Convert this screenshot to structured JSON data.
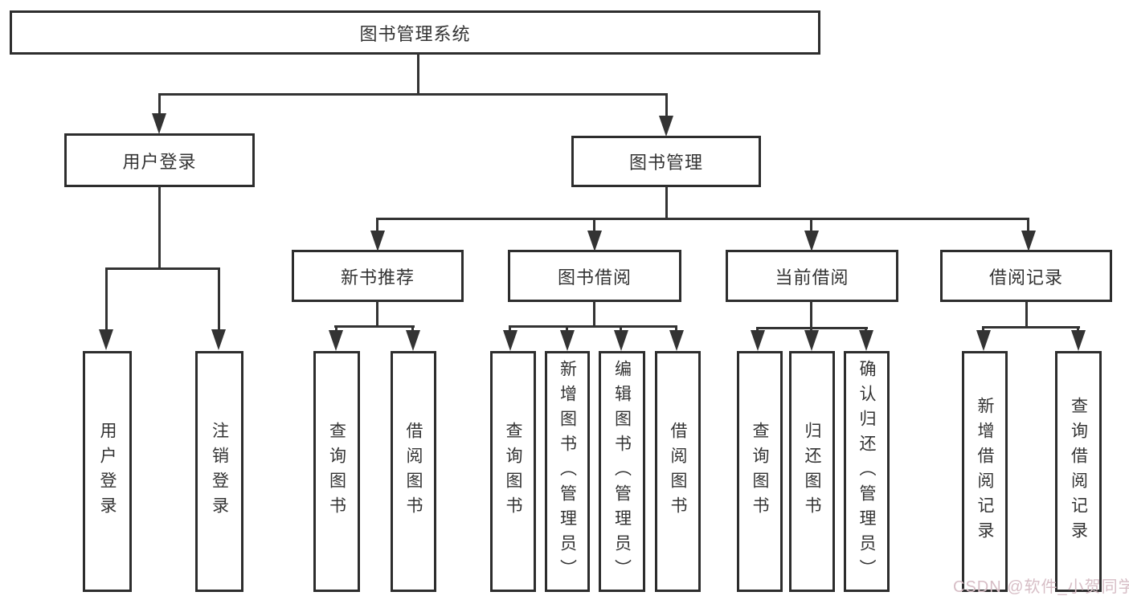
{
  "tree": {
    "label": "图书管理系统",
    "children": [
      {
        "label": "用户登录",
        "children": [
          {
            "label": "用户登录"
          },
          {
            "label": "注销登录"
          }
        ]
      },
      {
        "label": "图书管理",
        "children": [
          {
            "label": "新书推荐",
            "children": [
              {
                "label": "查询图书"
              },
              {
                "label": "借阅图书"
              }
            ]
          },
          {
            "label": "图书借阅",
            "children": [
              {
                "label": "查询图书"
              },
              {
                "label": "新增图书（管理员）"
              },
              {
                "label": "编辑图书（管理员）"
              },
              {
                "label": "借阅图书"
              }
            ]
          },
          {
            "label": "当前借阅",
            "children": [
              {
                "label": "查询图书"
              },
              {
                "label": "归还图书"
              },
              {
                "label": "确认归还（管理员）"
              }
            ]
          },
          {
            "label": "借阅记录",
            "children": [
              {
                "label": "新增借阅记录"
              },
              {
                "label": "查询借阅记录"
              }
            ]
          }
        ]
      }
    ]
  },
  "watermark": {
    "text": "CSDN @软件_小贺同学",
    "color": "#d7bec6"
  },
  "colors": {
    "line": "#333333",
    "box_border": "#2d2d2d",
    "box_background": "#ffffff",
    "text": "#333333",
    "page_background": "#ffffff"
  }
}
